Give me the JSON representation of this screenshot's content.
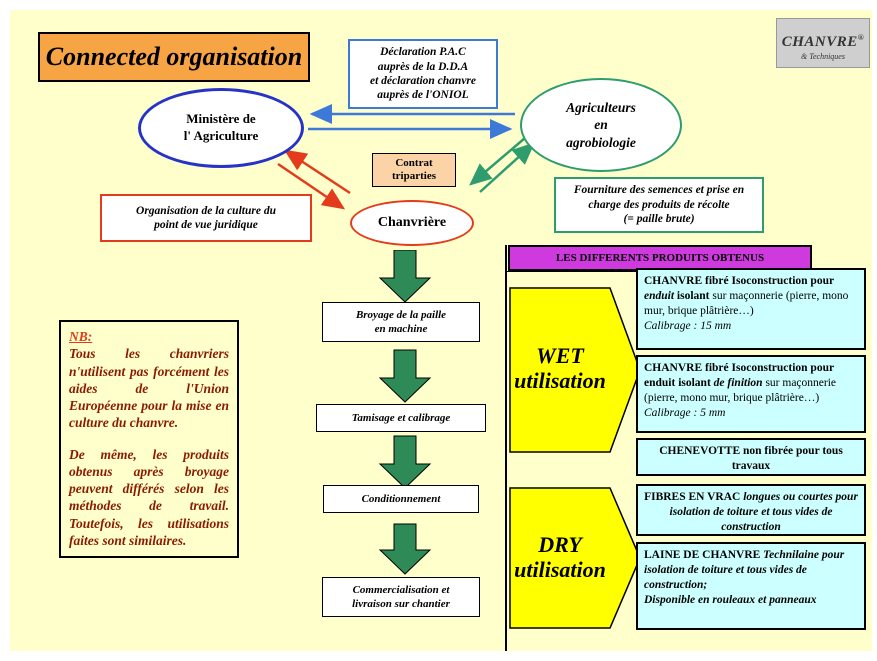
{
  "title": "Connected organisation",
  "logo": {
    "name": "CHANVRE",
    "suffix": "®",
    "tagline": "& Techniques"
  },
  "declaration": [
    "Déclaration P.A.C",
    "auprès de la D.D.A",
    "et déclaration chanvre",
    "auprès de l'ONIOL"
  ],
  "ministere": [
    "Ministère de",
    "l' Agriculture"
  ],
  "agriculteurs": [
    "Agriculteurs",
    "en",
    "agrobiologie"
  ],
  "contrat": [
    "Contrat",
    "triparties"
  ],
  "chanvriere": "Chanvrière",
  "organisation": [
    "Organisation de la culture du",
    "point de vue juridique"
  ],
  "fourniture": [
    "Fourniture des semences et prise en",
    "charge des produits de récolte",
    "(= paille brute)"
  ],
  "steps": {
    "broyage": [
      "Broyage de la paille",
      "en machine"
    ],
    "tamisage": "Tamisage et calibrage",
    "conditionnement": "Conditionnement",
    "commercialisation": [
      "Commercialisation et",
      "livraison sur chantier"
    ]
  },
  "nb": {
    "head": "NB:",
    "p1": "Tous les chanvriers n'utilisent pas forcément les aides de l'Union Européenne pour la mise en culture du chanvre.",
    "p2": "De même, les produits obtenus après broyage peuvent différés selon les méthodes de travail. Toutefois, les utilisations faites sont similaires."
  },
  "products_header": "LES DIFFERENTS PRODUITS OBTENUS",
  "wet": [
    "WET",
    "utilisation"
  ],
  "dry": [
    "DRY",
    "utilisation"
  ],
  "products": {
    "p1": {
      "b1": "CHANVRE fibré Isoconstruction pour",
      "i1": "enduit",
      "b2": "isolant",
      "t1": "sur maçonnerie (pierre, mono mur, brique plâtrière…)",
      "cal": "Calibrage : 15 mm"
    },
    "p2": {
      "b1": "CHANVRE fibré Isoconstruction pour enduit isolant",
      "i1": "de finition",
      "t1": "sur maçonnerie (pierre, mono mur, brique plâtrière…)",
      "cal": "Calibrage : 5 mm"
    },
    "p3": [
      "CHENEVOTTE non fibrée pour  tous",
      "travaux"
    ],
    "p4": {
      "b1": "FIBRES EN VRAC",
      "bi1": "longues ou courtes pour isolation de toiture et  tous vides de construction"
    },
    "p5": {
      "b1": "LAINE DE CHANVRE",
      "i1": "Technilaine",
      "bi1": "pour isolation de toiture et  tous vides de construction;",
      "bi2": "Disponible en rouleaux et panneaux"
    }
  },
  "colors": {
    "background": "#ffffcc",
    "title_bg": "#f7a544",
    "blue": "#2732c9",
    "light_blue": "#3d79d8",
    "green": "#2e9c6d",
    "red": "#e43b1c",
    "purple": "#cf3adf",
    "product_bg": "#ccffff",
    "arrow_green": "#2e8b57",
    "yellow_arrow": "#ffff00"
  }
}
